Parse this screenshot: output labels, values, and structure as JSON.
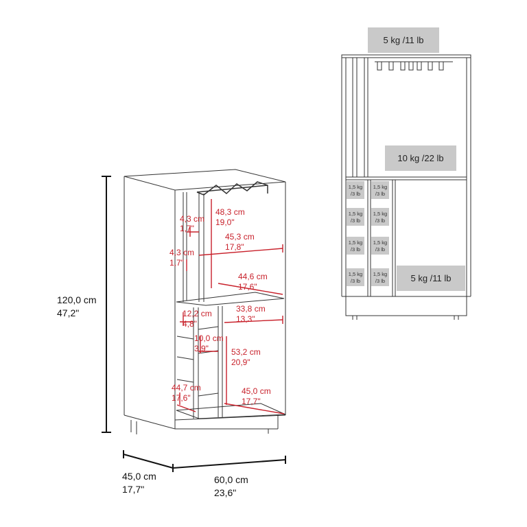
{
  "overall": {
    "height_cm": "120,0 cm",
    "height_in": "47,2\"",
    "depth_cm": "45,0 cm",
    "depth_in": "17,7\"",
    "width_cm": "60,0 cm",
    "width_in": "23,6\""
  },
  "inner_dims": [
    {
      "cm": "4,3 cm",
      "in": "1,7\""
    },
    {
      "cm": "48,3 cm",
      "in": "19,0\""
    },
    {
      "cm": "45,3 cm",
      "in": "17,8\""
    },
    {
      "cm": "4,3 cm",
      "in": "1,7\""
    },
    {
      "cm": "44,6 cm",
      "in": "17,6\""
    },
    {
      "cm": "12,2 cm",
      "in": "4,8\""
    },
    {
      "cm": "33,8 cm",
      "in": "13,3\""
    },
    {
      "cm": "10,0 cm",
      "in": "3,9\""
    },
    {
      "cm": "53,2 cm",
      "in": "20,9\""
    },
    {
      "cm": "44,7 cm",
      "in": "17,6\""
    },
    {
      "cm": "45,0 cm",
      "in": "17,7\""
    }
  ],
  "weights": {
    "top": "5 kg /11 lb",
    "upper_shelf": "10 kg /22 lb",
    "lower_shelf": "5 kg /11 lb",
    "bottle_kg": "1,5 kg",
    "bottle_lb": "/3 lb"
  },
  "colors": {
    "measure_red": "#c8202a",
    "line": "#333333",
    "weight_box": "#c9c9c9"
  }
}
